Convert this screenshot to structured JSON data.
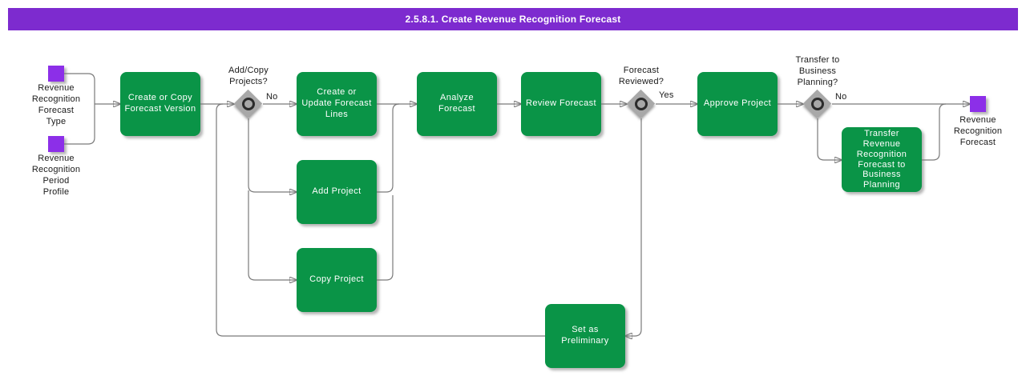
{
  "title": "2.5.8.1. Create Revenue Recognition Forecast",
  "colors": {
    "banner": "#7d2bcf",
    "node": "#0a9447",
    "data_object": "#8c2fe8",
    "line": "#7a7a7a",
    "node_text": "#ffffff",
    "label_text": "#1a1a1a",
    "diamond": "#a8a8a8",
    "diamond_ring": "#2b2b2b",
    "background": "#ffffff"
  },
  "activities": {
    "create_version": "Create or Copy\nForecast Version",
    "update_lines": "Create or\nUpdate Forecast\nLines",
    "add_project": "Add Project",
    "copy_project": "Copy Project",
    "analyze": "Analyze\nForecast",
    "review": "Review Forecast",
    "approve": "Approve Project",
    "set_preliminary": "Set as\nPreliminary",
    "transfer_bp": "Transfer\nRevenue\nRecognition\nForecast to\nBusiness\nPlanning"
  },
  "gateways": {
    "add_copy": {
      "question": "Add/Copy\nProjects?",
      "answer": "No"
    },
    "reviewed": {
      "question": "Forecast\nReviewed?",
      "answer": "Yes"
    },
    "transfer": {
      "question": "Transfer to\nBusiness\nPlanning?",
      "answer": "No"
    }
  },
  "data_objects": {
    "forecast_type": "Revenue\nRecognition\nForecast\nType",
    "period_profile": "Revenue\nRecognition\nPeriod\nProfile",
    "forecast": "Revenue\nRecognition\nForecast"
  }
}
